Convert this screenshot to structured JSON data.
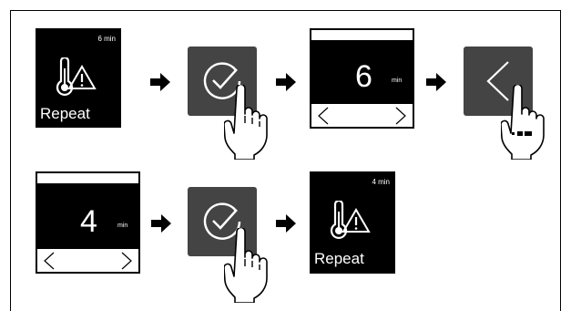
{
  "steps": {
    "s1": {
      "time": "6 min",
      "label": "Repeat",
      "icon": "thermometer-warning-icon"
    },
    "s2": {
      "icon": "check-circle-icon",
      "hand": "pointing-hand-icon"
    },
    "s3": {
      "value": "6",
      "unit": "min"
    },
    "s4": {
      "icon": "chevron-left-icon",
      "hand": "pointing-hand-hold-icon"
    },
    "s5": {
      "value": "4",
      "unit": "min"
    },
    "s6": {
      "icon": "check-circle-icon",
      "hand": "pointing-hand-icon"
    },
    "s7": {
      "time": "4 min",
      "label": "Repeat",
      "icon": "thermometer-warning-icon"
    }
  },
  "colors": {
    "screen": "#000000",
    "button": "#444444",
    "arrow": "#000000"
  }
}
